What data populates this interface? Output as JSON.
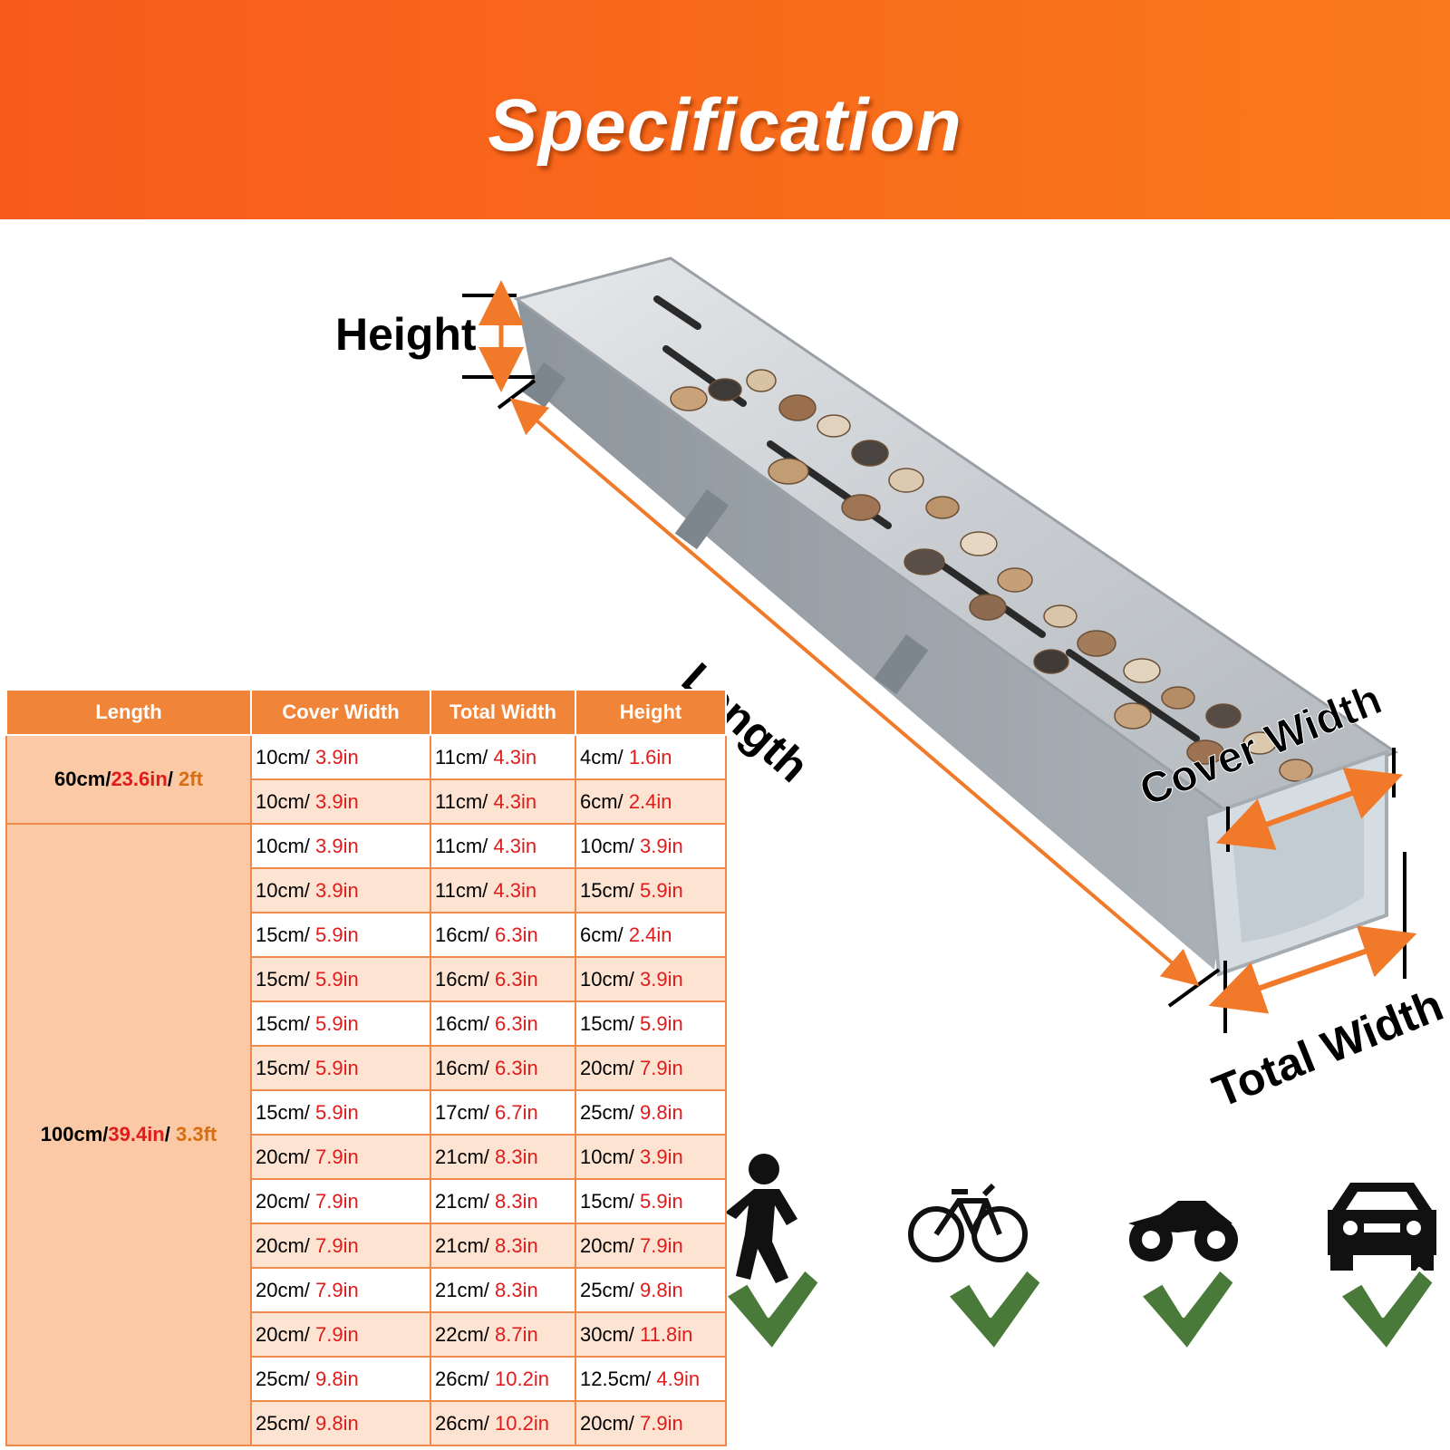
{
  "header": {
    "title": "Specification"
  },
  "diagram_labels": {
    "height": "Height",
    "length": "Length",
    "cover_width": "Cover Width",
    "total_width": "Total Width"
  },
  "table": {
    "headers": [
      "Length",
      "Cover Width",
      "Total Width",
      "Height"
    ],
    "groups": [
      {
        "length_cm": "60cm/",
        "length_in": "23.6in",
        "length_ft": "2ft",
        "rows": [
          [
            "10cm/",
            "3.9in",
            "11cm/",
            "4.3in",
            "4cm/",
            "1.6in"
          ],
          [
            "10cm/",
            "3.9in",
            "11cm/",
            "4.3in",
            "6cm/",
            "2.4in"
          ]
        ]
      },
      {
        "length_cm": "100cm/",
        "length_in": "39.4in",
        "length_ft": "3.3ft",
        "rows": [
          [
            "10cm/",
            "3.9in",
            "11cm/",
            "4.3in",
            "10cm/",
            "3.9in"
          ],
          [
            "10cm/",
            "3.9in",
            "11cm/",
            "4.3in",
            "15cm/",
            "5.9in"
          ],
          [
            "15cm/",
            "5.9in",
            "16cm/",
            "6.3in",
            "6cm/",
            "2.4in"
          ],
          [
            "15cm/",
            "5.9in",
            "16cm/",
            "6.3in",
            "10cm/",
            "3.9in"
          ],
          [
            "15cm/",
            "5.9in",
            "16cm/",
            "6.3in",
            "15cm/",
            "5.9in"
          ],
          [
            "15cm/",
            "5.9in",
            "16cm/",
            "6.3in",
            "20cm/",
            "7.9in"
          ],
          [
            "15cm/",
            "5.9in",
            "17cm/",
            "6.7in",
            "25cm/",
            "9.8in"
          ],
          [
            "20cm/",
            "7.9in",
            "21cm/",
            "8.3in",
            "10cm/",
            "3.9in"
          ],
          [
            "20cm/",
            "7.9in",
            "21cm/",
            "8.3in",
            "15cm/",
            "5.9in"
          ],
          [
            "20cm/",
            "7.9in",
            "21cm/",
            "8.3in",
            "20cm/",
            "7.9in"
          ],
          [
            "20cm/",
            "7.9in",
            "21cm/",
            "8.3in",
            "25cm/",
            "9.8in"
          ],
          [
            "20cm/",
            "7.9in",
            "22cm/",
            "8.7in",
            "30cm/",
            "11.8in"
          ],
          [
            "25cm/",
            "9.8in",
            "26cm/",
            "10.2in",
            "12.5cm/",
            "4.9in"
          ],
          [
            "25cm/",
            "9.8in",
            "26cm/",
            "10.2in",
            "20cm/",
            "7.9in"
          ]
        ]
      }
    ]
  },
  "usage_icons": [
    "pedestrian-icon",
    "bicycle-icon",
    "motorcycle-icon",
    "car-icon"
  ],
  "colors": {
    "header_orange": "#f85a1c",
    "table_header": "#f0853a",
    "inch_red": "#e01b1b",
    "feet_orange": "#d86d12",
    "check_green": "#4a7a3a",
    "arrow_orange": "#f07a2a"
  }
}
